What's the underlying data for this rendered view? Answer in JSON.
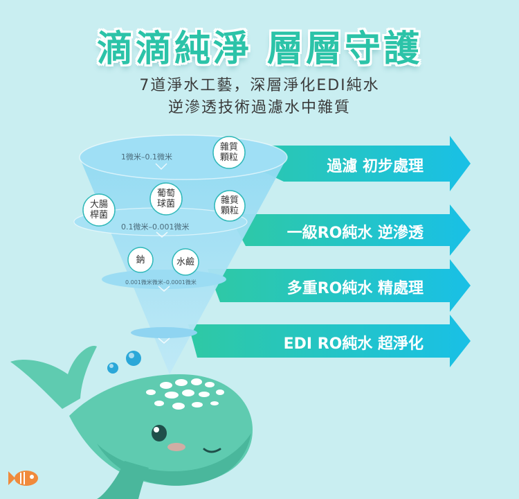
{
  "header": {
    "title": "滴滴純淨 層層守護",
    "subtitle_line1": "7道淨水工藝，深層淨化EDI純水",
    "subtitle_line2": "逆滲透技術過濾水中雜質"
  },
  "funnel": {
    "layers": [
      {
        "range": "1微米–0.1微米"
      },
      {
        "range": "0.1微米–0.001微米"
      },
      {
        "range": "0.001微米微米–0.0001微米"
      }
    ],
    "impurities": [
      {
        "label": "雜質\n顆粒"
      },
      {
        "label": "大腸\n桿菌"
      },
      {
        "label": "葡萄\n球菌"
      },
      {
        "label": "雜質\n顆粒"
      },
      {
        "label": "鈉"
      },
      {
        "label": "水鹼"
      }
    ]
  },
  "stages": [
    {
      "label": "過濾 初步處理"
    },
    {
      "label": "一級RO純水 逆滲透"
    },
    {
      "label": "多重RO純水 精處理"
    },
    {
      "label": "EDI RO純水 超淨化"
    }
  ],
  "colors": {
    "background": "#c9eef1",
    "title": "#2cc3a8",
    "arrow_start": "#2fc9a4",
    "arrow_end": "#19c0e6",
    "whale": "#5fcbb0"
  },
  "icons": {
    "fish": "fish-icon",
    "whale": "whale-illustration"
  }
}
